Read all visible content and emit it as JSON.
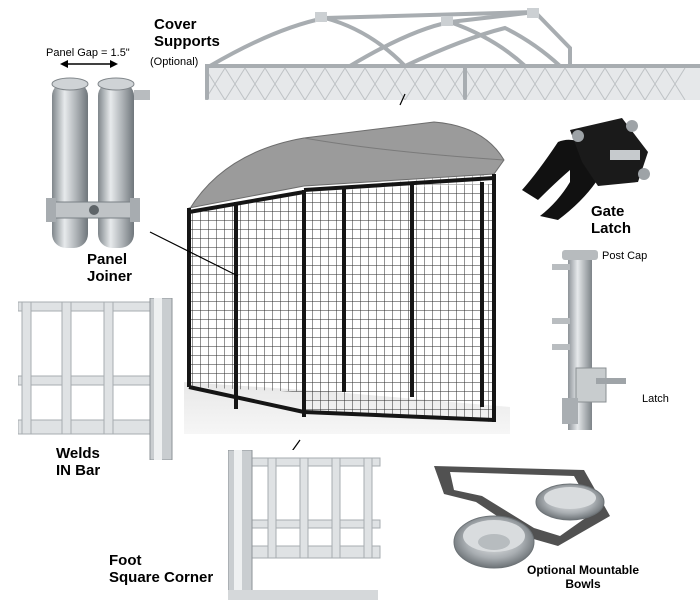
{
  "labels": {
    "cover_supports_line1": "Cover",
    "cover_supports_line2": "Supports",
    "optional": "(Optional)",
    "panel_gap": "Panel Gap = 1.5\"",
    "panel_joiner_line1": "Panel",
    "panel_joiner_line2": "Joiner",
    "gate_latch_line1": "Gate",
    "gate_latch_line2": "Latch",
    "post_cap": "Post Cap",
    "latch": "Latch",
    "welds_line1": "Welds",
    "welds_line2": "IN Bar",
    "foot_line1": "Foot",
    "foot_line2": "Square Corner",
    "bowls_line1": "Optional Mountable",
    "bowls_line2": "Bowls"
  },
  "colors": {
    "steel": "#c9ccce",
    "steel_dark": "#8e9397",
    "frame_black": "#1a1a1a",
    "cover_gray": "#9a9a9a"
  }
}
